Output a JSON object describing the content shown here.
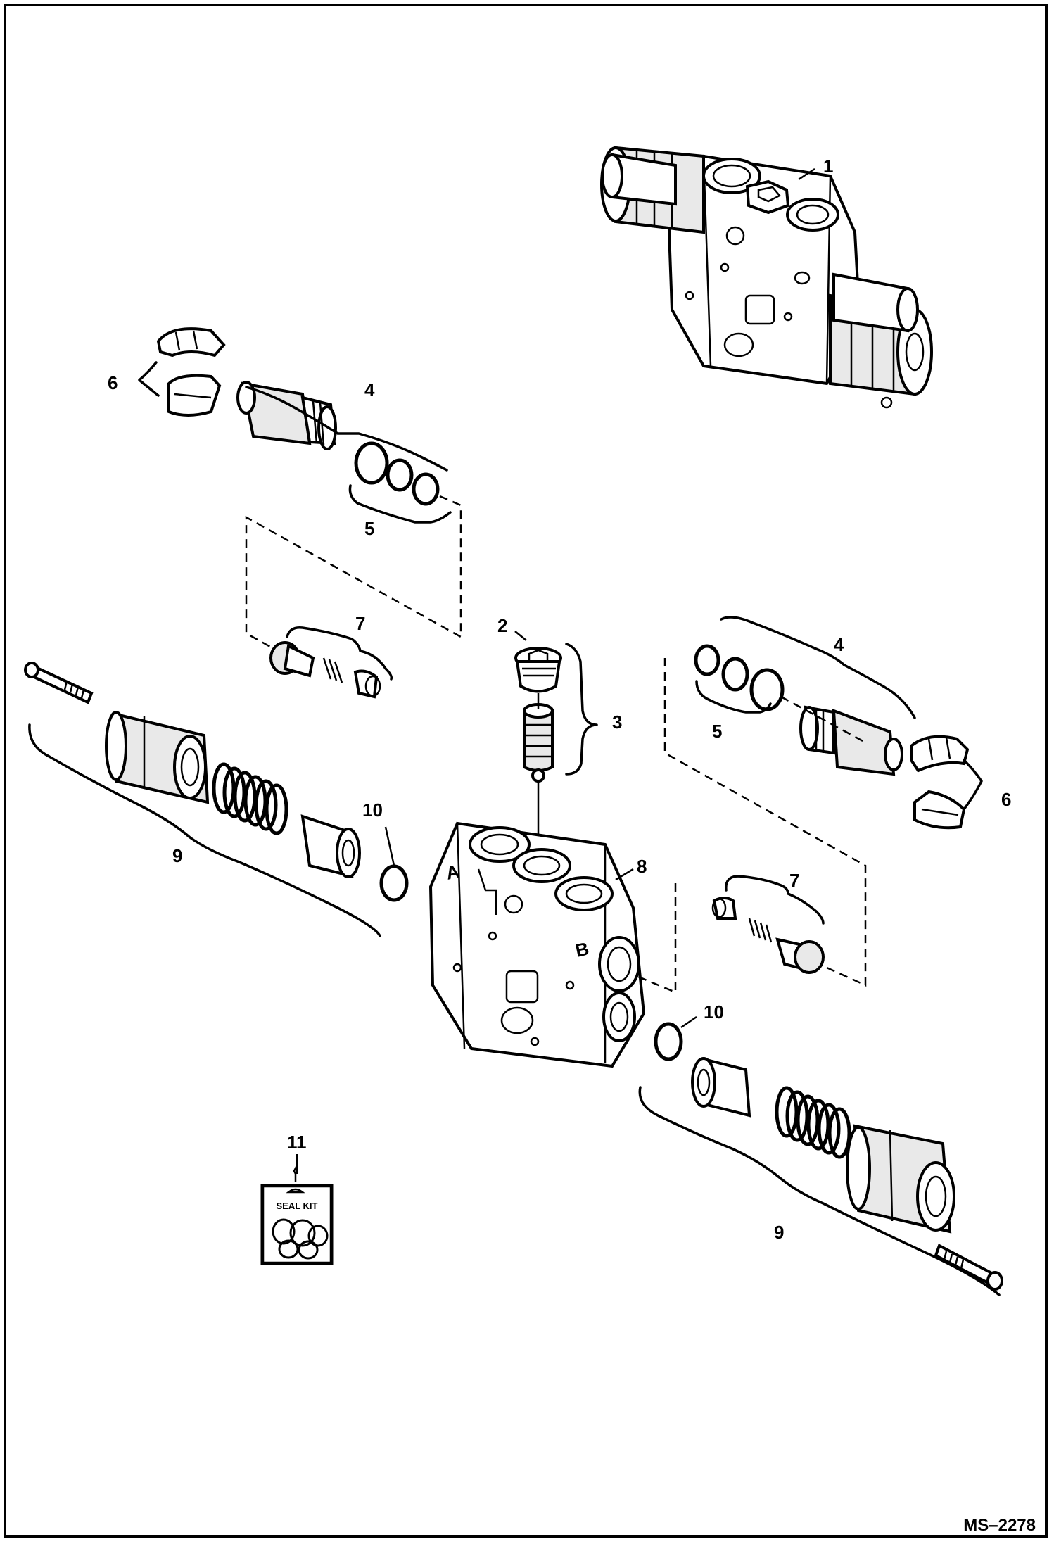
{
  "drawing": {
    "id": "MS–2278"
  },
  "callouts": [
    {
      "key": "c1",
      "text": "1"
    },
    {
      "key": "c2",
      "text": "2"
    },
    {
      "key": "c3",
      "text": "3"
    },
    {
      "key": "c4_top",
      "text": "4"
    },
    {
      "key": "c4_right",
      "text": "4"
    },
    {
      "key": "c5_top",
      "text": "5"
    },
    {
      "key": "c5_right",
      "text": "5"
    },
    {
      "key": "c6_left",
      "text": "6"
    },
    {
      "key": "c6_right",
      "text": "6"
    },
    {
      "key": "c7_left",
      "text": "7"
    },
    {
      "key": "c7_right",
      "text": "7"
    },
    {
      "key": "c8",
      "text": "8"
    },
    {
      "key": "c9_left",
      "text": "9"
    },
    {
      "key": "c9_right",
      "text": "9"
    },
    {
      "key": "c10_left",
      "text": "10"
    },
    {
      "key": "c10_right",
      "text": "10"
    },
    {
      "key": "c11",
      "text": "11"
    }
  ],
  "seal_kit": {
    "label": "SEAL KIT"
  },
  "port_marks": {
    "a": "A",
    "b": "B"
  }
}
